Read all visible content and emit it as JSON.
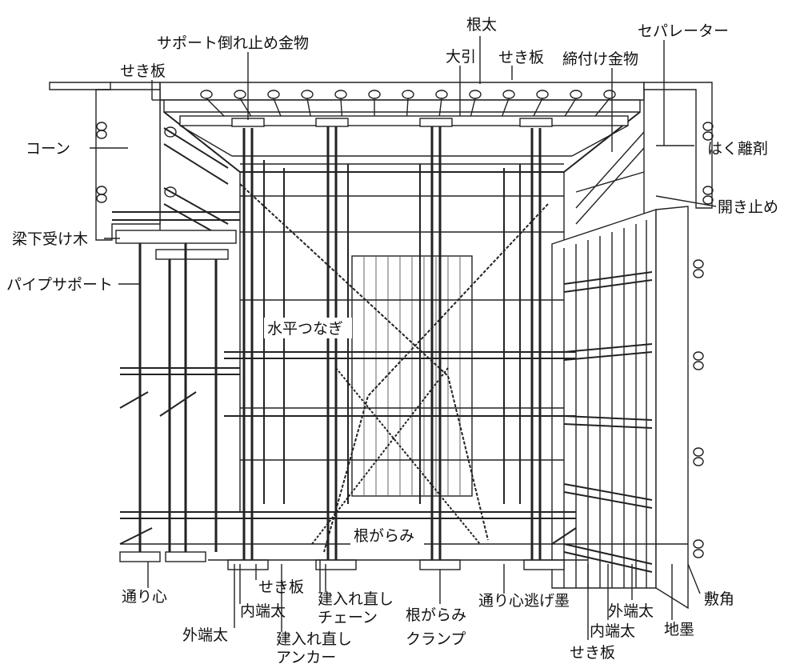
{
  "labels": {
    "nebuto_top": "根太",
    "support_anchor": "サポート倒れ止め金物",
    "separator": "セパレーター",
    "ohbiki": "大引",
    "sekiita_top_right": "せき板",
    "tightening_hardware": "締付け金物",
    "sekiita_top_left": "せき板",
    "cone": "コーン",
    "release_agent": "はく離剤",
    "open_stop": "開き止め",
    "beam_bottom_wood": "梁下受け木",
    "pipe_support": "パイプサポート",
    "horizontal_tie": "水平つなぎ",
    "negarami_center": "根がらみ",
    "toorishin_left": "通り心",
    "sekiita_bottom": "せき板",
    "uchihatabuto_left": "内端太",
    "sotohatabuto_left": "外端太",
    "plumb_chain_1": "建入れ直し",
    "plumb_chain_2": "チェーン",
    "plumb_anchor_1": "建入れ直し",
    "plumb_anchor_2": "アンカー",
    "negarami_clamp_1": "根がらみ",
    "negarami_clamp_2": "クランプ",
    "toorishin_offset": "通り心逃げ墨",
    "sekiita_bottom_right": "せき板",
    "uchihatabuto_right": "内端太",
    "sotohatabuto_right": "外端太",
    "jisumi": "地墨",
    "shikikaku": "敷角"
  }
}
